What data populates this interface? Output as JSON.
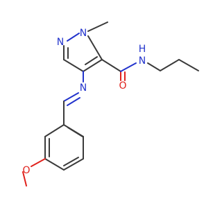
{
  "atom_labels": {
    "n1": "N",
    "n2": "N",
    "nh": "N",
    "h": "H",
    "o_carbonyl": "O",
    "n_imine": "N",
    "o_ether": "O"
  },
  "colors": {
    "carbon_bond": "#3a3a3a",
    "nitrogen": "#2233cc",
    "oxygen": "#e0211c",
    "background": "#ffffff"
  }
}
